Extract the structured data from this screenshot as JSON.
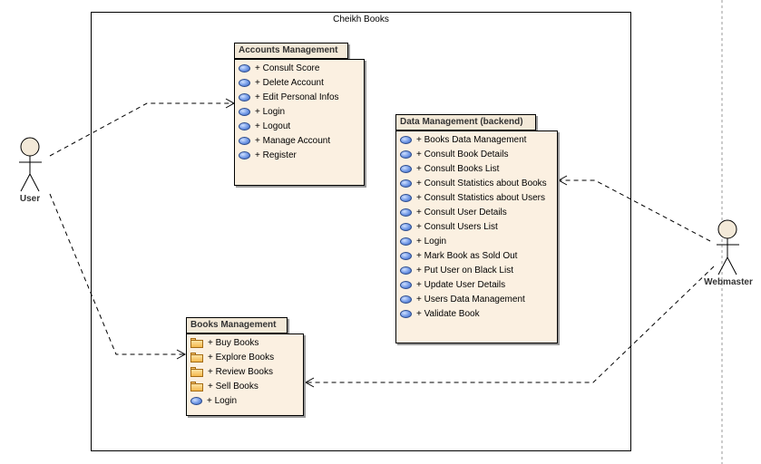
{
  "diagram": {
    "system_title": "Cheikh Books",
    "actors": {
      "user": {
        "label": "User"
      },
      "webmaster": {
        "label": "Webmaster"
      }
    },
    "packages": {
      "accounts": {
        "title": "Accounts Management",
        "items": [
          {
            "icon": "use-case-icon",
            "label": "+ Consult Score"
          },
          {
            "icon": "use-case-icon",
            "label": "+ Delete Account"
          },
          {
            "icon": "use-case-icon",
            "label": "+ Edit Personal Infos"
          },
          {
            "icon": "use-case-icon",
            "label": "+ Login"
          },
          {
            "icon": "use-case-icon",
            "label": "+ Logout"
          },
          {
            "icon": "use-case-icon",
            "label": "+ Manage Account"
          },
          {
            "icon": "use-case-icon",
            "label": "+ Register"
          }
        ]
      },
      "data": {
        "title": "Data Management (backend)",
        "items": [
          {
            "icon": "use-case-icon",
            "label": "+ Books Data Management"
          },
          {
            "icon": "use-case-icon",
            "label": "+ Consult Book Details"
          },
          {
            "icon": "use-case-icon",
            "label": "+ Consult Books List"
          },
          {
            "icon": "use-case-icon",
            "label": "+ Consult Statistics about Books"
          },
          {
            "icon": "use-case-icon",
            "label": "+ Consult Statistics about Users"
          },
          {
            "icon": "use-case-icon",
            "label": "+ Consult User Details"
          },
          {
            "icon": "use-case-icon",
            "label": "+ Consult Users List"
          },
          {
            "icon": "use-case-icon",
            "label": "+ Login"
          },
          {
            "icon": "use-case-icon",
            "label": "+ Mark Book as Sold Out"
          },
          {
            "icon": "use-case-icon",
            "label": "+ Put User on Black List"
          },
          {
            "icon": "use-case-icon",
            "label": "+ Update User Details"
          },
          {
            "icon": "use-case-icon",
            "label": "+ Users Data Management"
          },
          {
            "icon": "use-case-icon",
            "label": "+ Validate Book"
          }
        ]
      },
      "books": {
        "title": "Books Management",
        "items": [
          {
            "icon": "folder-icon",
            "label": "+ Buy Books"
          },
          {
            "icon": "folder-icon",
            "label": "+ Explore Books"
          },
          {
            "icon": "folder-icon",
            "label": "+ Review Books"
          },
          {
            "icon": "folder-icon",
            "label": "+ Sell Books"
          },
          {
            "icon": "use-case-icon",
            "label": "+ Login"
          }
        ]
      }
    },
    "dependencies": [
      {
        "from": "user",
        "to": "accounts"
      },
      {
        "from": "user",
        "to": "books"
      },
      {
        "from": "webmaster",
        "to": "data"
      },
      {
        "from": "webmaster",
        "to": "books"
      }
    ]
  }
}
